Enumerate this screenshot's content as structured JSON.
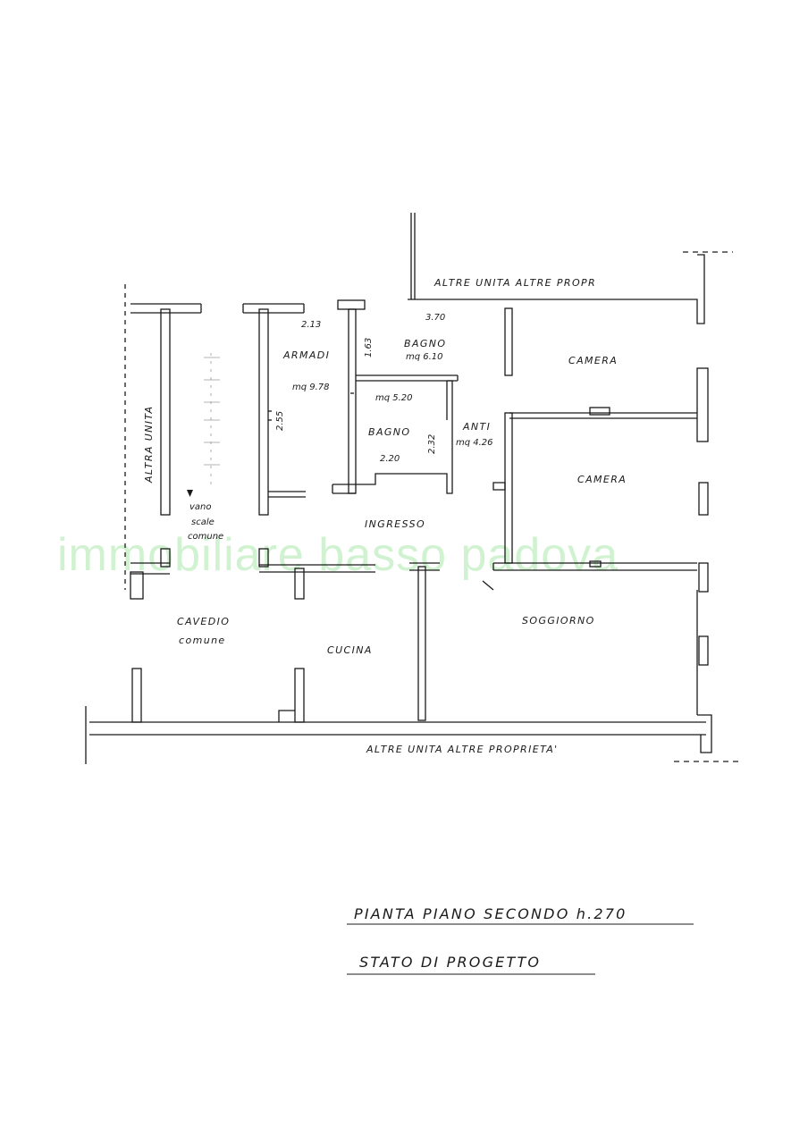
{
  "watermark": "immobiliare basso padova",
  "title": {
    "line1": "PIANTA PIANO SECONDO h.270",
    "line2": "STATO DI PROGETTO"
  },
  "surroundings": {
    "top": "ALTRE UNITA ALTRE PROPR",
    "bottom": "ALTRE UNITA ALTRE PROPRIETA'",
    "left": "ALTRA UNITA"
  },
  "rooms": {
    "armadi": {
      "name": "ARMADI",
      "area": "mq 9.78"
    },
    "bagno1": {
      "name": "BAGNO",
      "area": "mq 6.10"
    },
    "bagno2": {
      "name": "BAGNO",
      "area": "mq 5.20"
    },
    "anti": {
      "name": "ANTI",
      "area": "mq 4.26"
    },
    "camera1": {
      "name": "CAMERA"
    },
    "camera2": {
      "name": "CAMERA"
    },
    "ingresso": {
      "name": "INGRESSO"
    },
    "cavedio": {
      "name": "CAVEDIO",
      "name2": "comune"
    },
    "cucina": {
      "name": "CUCINA"
    },
    "soggiorno": {
      "name": "SOGGIORNO"
    },
    "vano_scale": {
      "line1": "vano",
      "line2": "scale",
      "line3": "comune"
    }
  },
  "dimensions": {
    "d1": "2.13",
    "d2": "3.70",
    "d3": "1.63",
    "d4": "2.55",
    "d5": "2.20",
    "d6": "2.32"
  }
}
